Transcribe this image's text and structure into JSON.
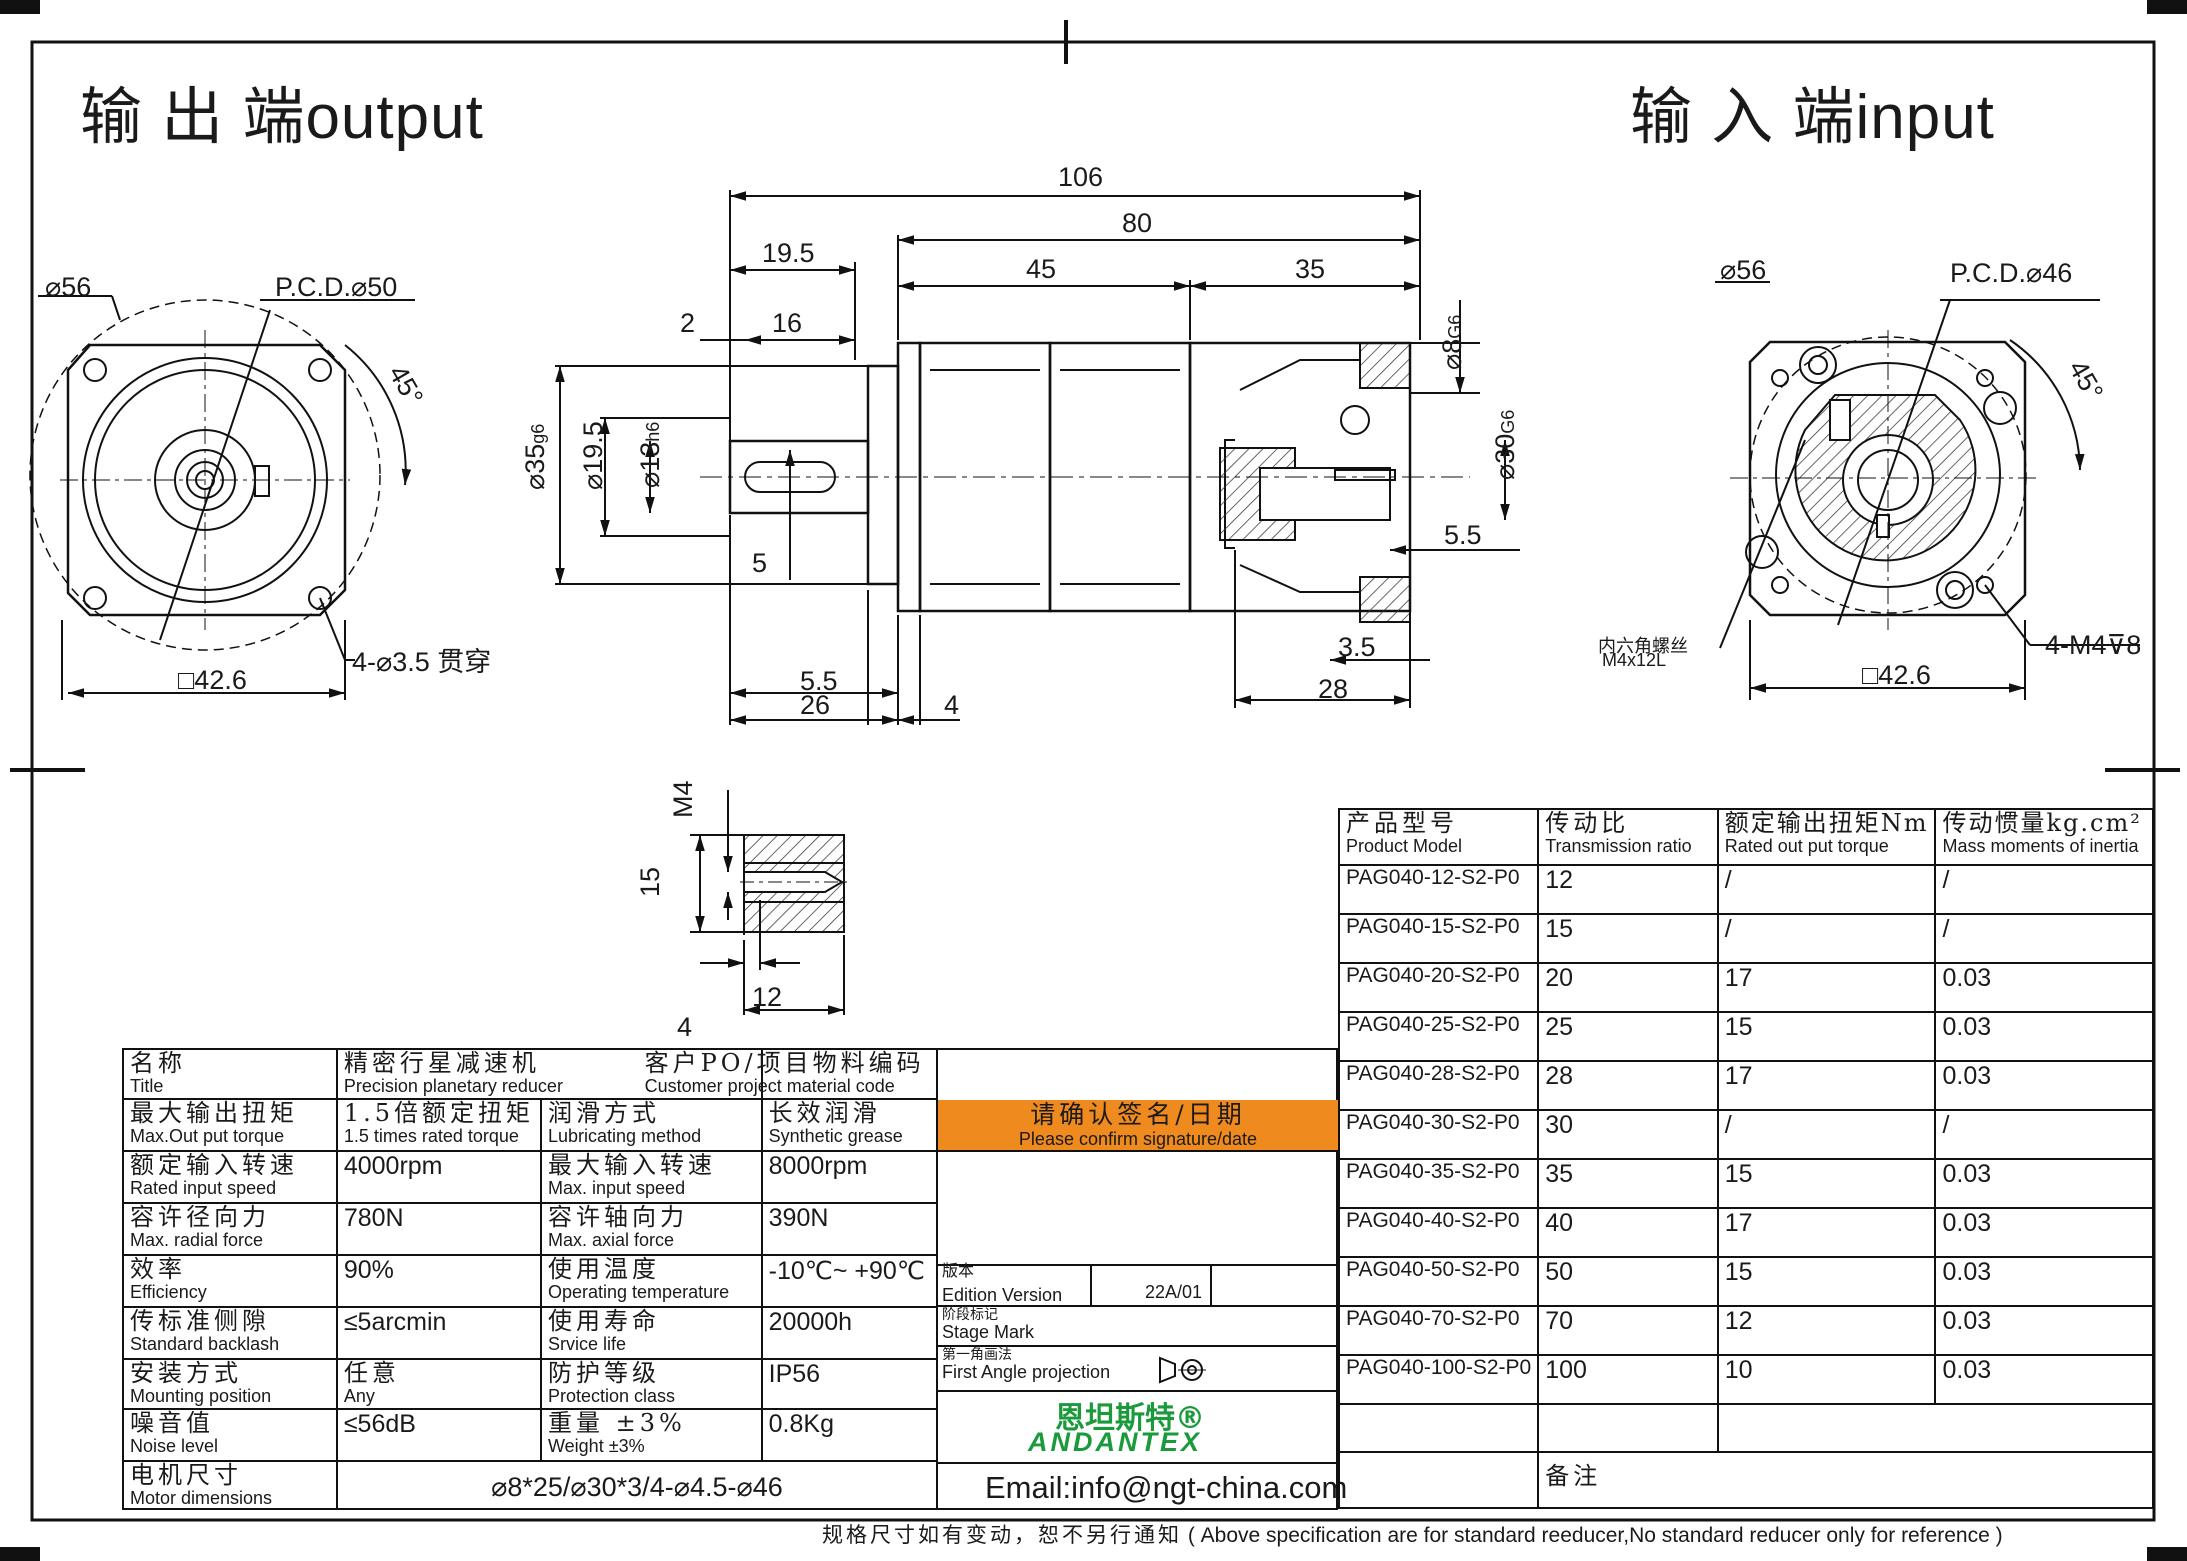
{
  "header": {
    "output_label": "输 出 端output",
    "input_label": "输 入 端input"
  },
  "dimensions": {
    "total_length": "106",
    "body_length": "80",
    "shaft_section": "19.5",
    "front_length": "45",
    "rear_length": "35",
    "flange_gap": "2",
    "key_length": "16",
    "shaft_dia": "⌀35",
    "shaft_dia_tol": "g6",
    "shaft_inner": "⌀19.5",
    "shaft_core": "⌀13",
    "shaft_core_tol": "h6",
    "key_depth": "5",
    "hole_dia": "⌀8",
    "hole_tol": "G6",
    "bore_dia": "⌀30",
    "bore_tol": "G6",
    "bore_offset": "5.5",
    "rear_step": "3.5",
    "rear_depth": "28",
    "pilot_len": "5.5",
    "shaft_len": "26",
    "flange_thk": "4",
    "out_dia": "⌀56",
    "out_pcd": "P.C.D.⌀50",
    "out_angle": "45°",
    "out_holes": "4-⌀3.5 贯穿",
    "out_square": "□42.6",
    "in_dia": "⌀56",
    "in_pcd": "P.C.D.⌀46",
    "in_angle": "45°",
    "in_screw_cn": "内六角螺丝",
    "in_screw": "M4x12L",
    "in_holes": "4-M4⊽8",
    "in_square": "□42.6",
    "thread": "M4",
    "thread_depth": "15",
    "thread_start": "4",
    "thread_len": "12"
  },
  "spec_table": {
    "rows": [
      [
        {
          "cn": "名称",
          "en": "Title"
        },
        {
          "cn": "精密行星减速机",
          "en": "Precision planetary reducer"
        },
        {
          "cn": "客户PO/项目物料编码",
          "en": "Customer project material code"
        }
      ],
      [
        {
          "cn": "最大输出扭矩",
          "en": "Max.Out put torque"
        },
        {
          "cn": "1.5倍额定扭矩",
          "en": "1.5 times rated torque"
        },
        {
          "cn": "润滑方式",
          "en": "Lubricating method"
        },
        {
          "cn": "长效润滑",
          "en": "Synthetic grease"
        }
      ],
      [
        {
          "cn": "额定输入转速",
          "en": "Rated input speed"
        },
        {
          "val": "4000rpm"
        },
        {
          "cn": "最大输入转速",
          "en": "Max. input speed"
        },
        {
          "val": "8000rpm"
        }
      ],
      [
        {
          "cn": "容许径向力",
          "en": "Max. radial force"
        },
        {
          "val": "780N"
        },
        {
          "cn": "容许轴向力",
          "en": "Max. axial force"
        },
        {
          "val": "390N"
        }
      ],
      [
        {
          "cn": "效率",
          "en": "Efficiency"
        },
        {
          "val": "90%"
        },
        {
          "cn": "使用温度",
          "en": "Operating temperature"
        },
        {
          "val": "-10℃~ +90℃"
        }
      ],
      [
        {
          "cn": "传标准侧隙",
          "en": "Standard backlash"
        },
        {
          "val": "≤5arcmin"
        },
        {
          "cn": "使用寿命",
          "en": "Srvice life"
        },
        {
          "val": "20000h"
        }
      ],
      [
        {
          "cn": "安装方式",
          "en": "Mounting position"
        },
        {
          "cn": "任意",
          "en": "Any"
        },
        {
          "cn": "防护等级",
          "en": "Protection class"
        },
        {
          "val": "IP56"
        }
      ],
      [
        {
          "cn": "噪音值",
          "en": "Noise level"
        },
        {
          "val": "≤56dB"
        },
        {
          "cn": "重量 ±3%",
          "en": "Weight ±3%"
        },
        {
          "val": "0.8Kg"
        }
      ]
    ],
    "motor_cn": "电机尺寸",
    "motor_en": "Motor dimensions",
    "motor_val": "⌀8*25/⌀30*3/4-⌀4.5-⌀46"
  },
  "confirm": {
    "cn": "请确认签名/日期",
    "en": "Please confirm signature/date",
    "color": "#ef8a1e"
  },
  "edition": {
    "cn": "版本",
    "en": "Edition Version",
    "value": "22A/01"
  },
  "stage": {
    "cn": "阶段标记",
    "en": "Stage Mark"
  },
  "projection": {
    "cn": "第一角画法",
    "en": "First Angle projection"
  },
  "brand": {
    "cn": "恩坦斯特®",
    "en": "ANDANTEX",
    "color": "#1a9a3a"
  },
  "email": "Email:info@ngt-china.com",
  "remark": "备注",
  "model_table": {
    "headers": [
      {
        "cn": "产品型号",
        "en": "Product Model"
      },
      {
        "cn": "传动比",
        "en": "Transmission ratio"
      },
      {
        "cn": "额定输出扭矩Nm",
        "en": "Rated out put torque"
      },
      {
        "cn": "传动惯量kg.cm²",
        "en": "Mass moments of inertia"
      }
    ],
    "rows": [
      [
        "PAG040-12-S2-P0",
        "12",
        "/",
        "/"
      ],
      [
        "PAG040-15-S2-P0",
        "15",
        "/",
        "/"
      ],
      [
        "PAG040-20-S2-P0",
        "20",
        "17",
        "0.03"
      ],
      [
        "PAG040-25-S2-P0",
        "25",
        "15",
        "0.03"
      ],
      [
        "PAG040-28-S2-P0",
        "28",
        "17",
        "0.03"
      ],
      [
        "PAG040-30-S2-P0",
        "30",
        "/",
        "/"
      ],
      [
        "PAG040-35-S2-P0",
        "35",
        "15",
        "0.03"
      ],
      [
        "PAG040-40-S2-P0",
        "40",
        "17",
        "0.03"
      ],
      [
        "PAG040-50-S2-P0",
        "50",
        "15",
        "0.03"
      ],
      [
        "PAG040-70-S2-P0",
        "70",
        "12",
        "0.03"
      ],
      [
        "PAG040-100-S2-P0",
        "100",
        "10",
        "0.03"
      ]
    ]
  },
  "footer": {
    "cn": "规格尺寸如有变动，恕不另行通知",
    "en": "( Above specification are for standard reeducer,No standard reducer only for reference )"
  }
}
